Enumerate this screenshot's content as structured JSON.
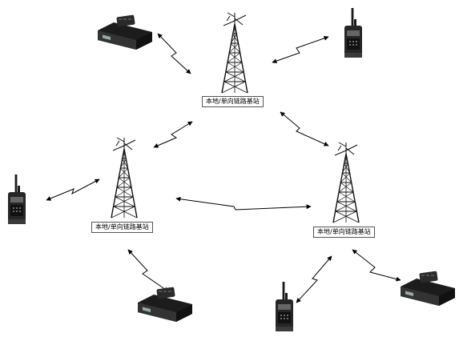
{
  "station_label": "本地/单向链路基站",
  "stations": [
    {
      "id": "top",
      "label": "本地/单向链路基站"
    },
    {
      "id": "left",
      "label": "本地/单向链路基站"
    },
    {
      "id": "right",
      "label": "本地/单向链路基站"
    }
  ],
  "devices": [
    {
      "id": "mobile-top-left",
      "type": "mobile-radio",
      "icon": "mobile-radio-icon"
    },
    {
      "id": "handheld-top-right",
      "type": "handheld-radio",
      "icon": "handheld-radio-icon"
    },
    {
      "id": "handheld-left",
      "type": "handheld-radio",
      "icon": "handheld-radio-icon"
    },
    {
      "id": "mobile-bottom-left",
      "type": "mobile-radio",
      "icon": "mobile-radio-icon"
    },
    {
      "id": "handheld-bottom",
      "type": "handheld-radio",
      "icon": "handheld-radio-icon"
    },
    {
      "id": "mobile-bottom-right",
      "type": "mobile-radio",
      "icon": "mobile-radio-icon"
    }
  ],
  "links": [
    {
      "from": "mobile-top-left",
      "to": "top"
    },
    {
      "from": "handheld-top-right",
      "to": "top"
    },
    {
      "from": "top",
      "to": "left"
    },
    {
      "from": "top",
      "to": "right"
    },
    {
      "from": "left",
      "to": "right"
    },
    {
      "from": "handheld-left",
      "to": "left"
    },
    {
      "from": "mobile-bottom-left",
      "to": "left"
    },
    {
      "from": "handheld-bottom",
      "to": "right"
    },
    {
      "from": "mobile-bottom-right",
      "to": "right"
    }
  ]
}
